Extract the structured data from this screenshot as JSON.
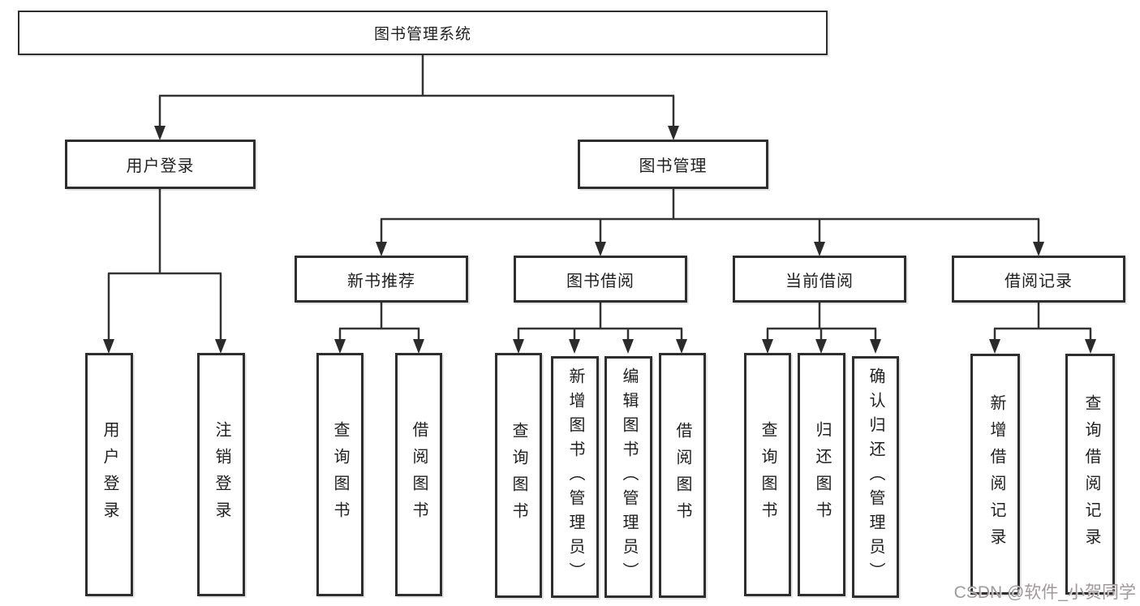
{
  "title": "图书管理系统",
  "branches": [
    {
      "label": "用户登录"
    },
    {
      "label": "图书管理"
    }
  ],
  "categories": [
    {
      "label": "新书推荐"
    },
    {
      "label": "图书借阅"
    },
    {
      "label": "当前借阅"
    },
    {
      "label": "借阅记录"
    }
  ],
  "leaves": {
    "user": [
      "用户登录",
      "注销登录"
    ],
    "new_books": [
      "查询图书",
      "借阅图书"
    ],
    "borrow": [
      "查询图书",
      "新增图书（管理员）",
      "编辑图书（管理员）",
      "借阅图书"
    ],
    "current": [
      "查询图书",
      "归还图书",
      "确认归还（管理员）"
    ],
    "records": [
      "新增借阅记录",
      "查询借阅记录"
    ]
  },
  "watermark": "CSDN @软件_小贺同学",
  "colors": {
    "line": "#333333",
    "border": "#2e2e2e",
    "background": "#ffffff"
  }
}
